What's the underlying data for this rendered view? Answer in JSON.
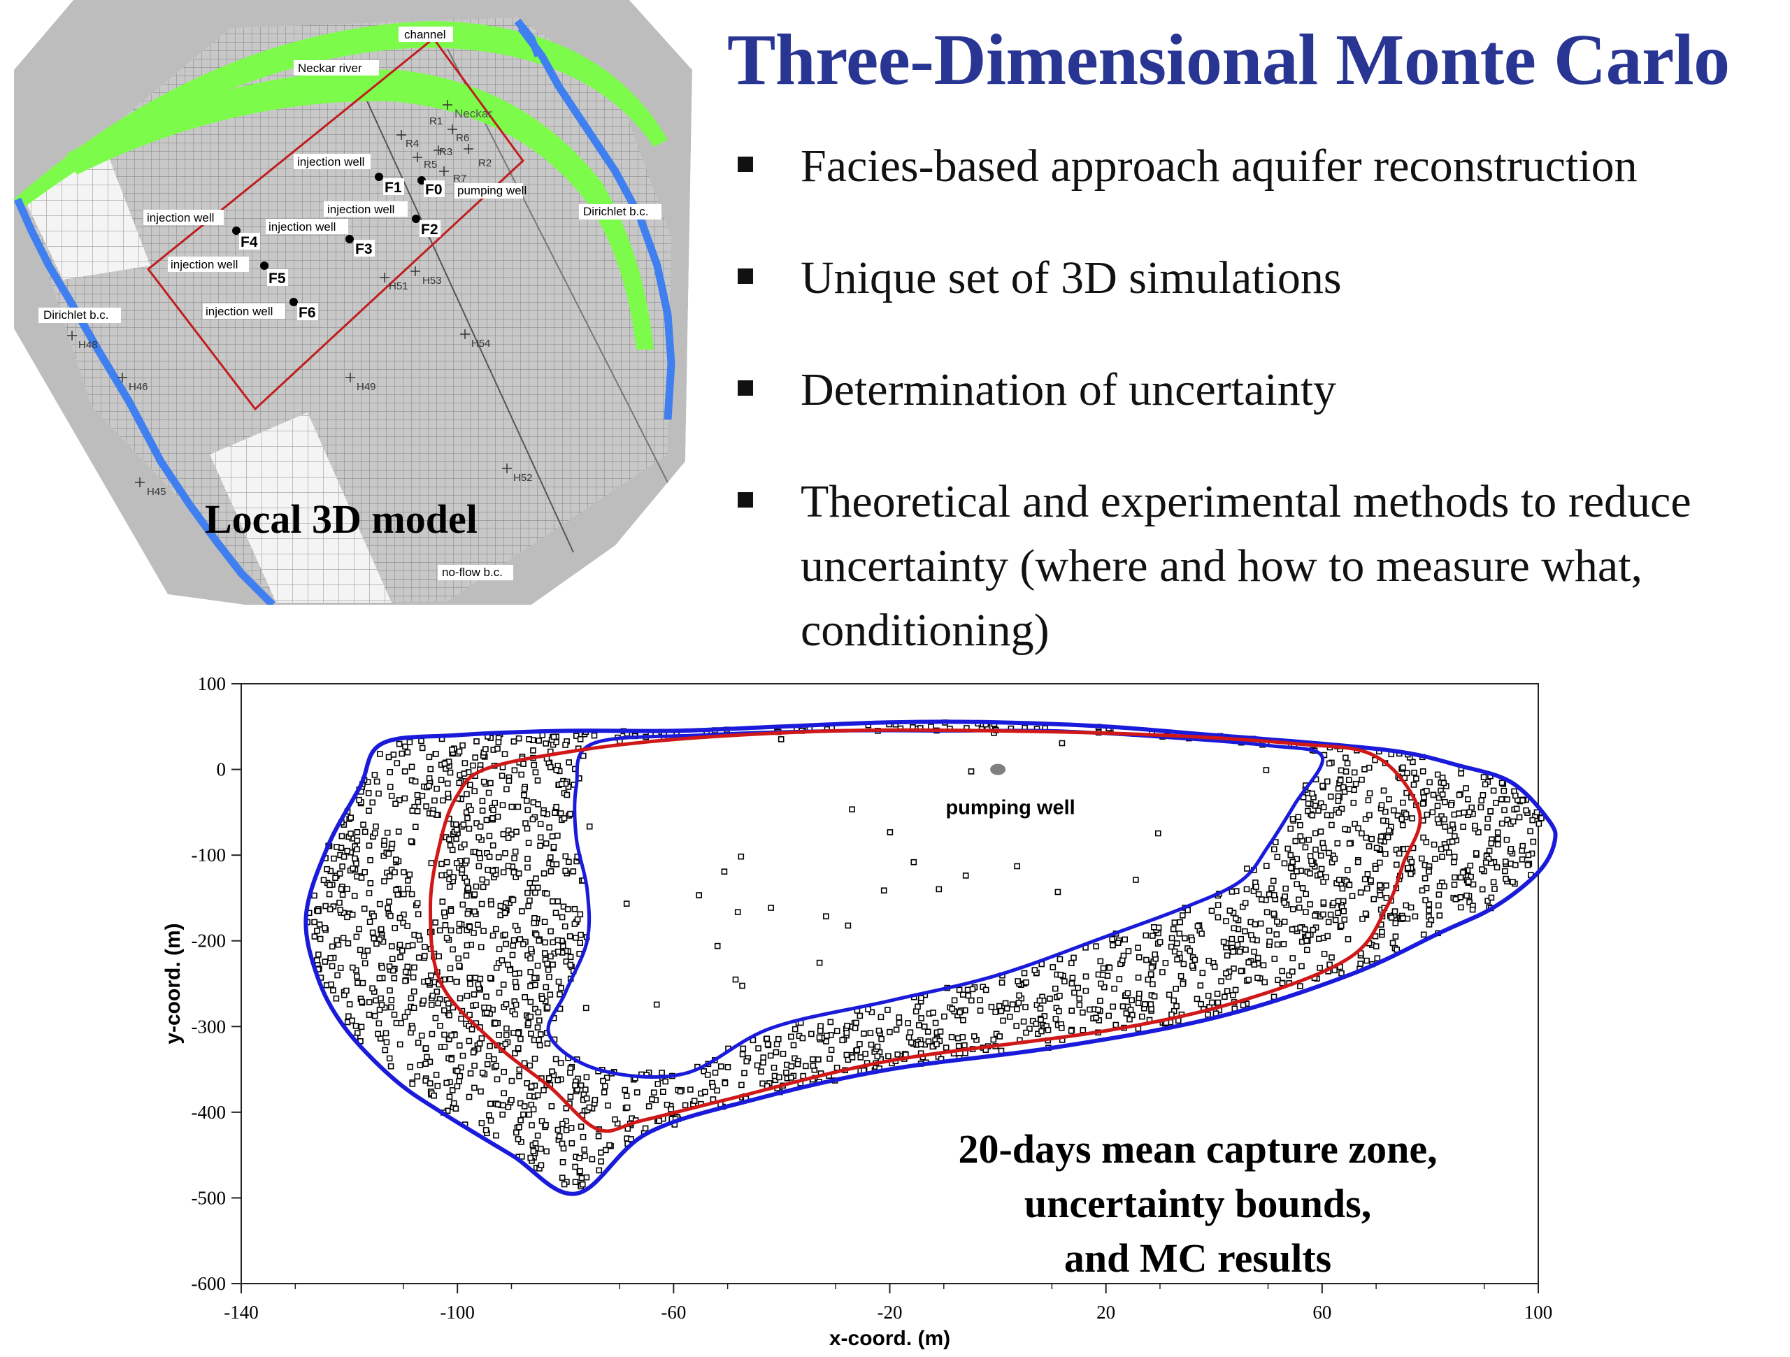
{
  "title": "Three-Dimensional Monte Carlo",
  "bullets": [
    "Facies-based approach aquifer reconstruction",
    "Unique set of 3D simulations",
    "Determination of uncertainty",
    "Theoretical and experimental methods to reduce uncertainty (where and how to measure what, conditioning)"
  ],
  "model": {
    "caption": "Local 3D model",
    "labels": {
      "channel": "channel",
      "river": "Neckar river",
      "neckar": "Neckar",
      "dirichlet": "Dirichlet b.c.",
      "noflow": "no-flow b.c.",
      "injection": "injection well",
      "pumping": "pumping well"
    },
    "wells": [
      "F0",
      "F1",
      "F2",
      "F3",
      "F4",
      "F5",
      "F6"
    ],
    "piezometers": [
      "R1",
      "R2",
      "R3",
      "R4",
      "R5",
      "R6",
      "R7",
      "H45",
      "H46",
      "H48",
      "H49",
      "H51",
      "H52",
      "H53",
      "H54"
    ]
  },
  "chart_data": {
    "type": "scatter",
    "title": "",
    "xlabel": "x-coord. (m)",
    "ylabel": "y-coord. (m)",
    "xlim": [
      -140,
      100
    ],
    "ylim": [
      -600,
      100
    ],
    "xticks": [
      -140,
      -100,
      -60,
      -20,
      20,
      60,
      100
    ],
    "yticks": [
      100,
      0,
      -100,
      -200,
      -300,
      -400,
      -500,
      -600
    ],
    "well_label": "pumping well",
    "pumping_well": [
      0,
      0
    ],
    "annotation": [
      "20-days mean capture zone,",
      "uncertainty bounds,",
      "and MC results"
    ],
    "colors": {
      "bounds": "#1a1adb",
      "mean": "#d01818",
      "points": "#000000",
      "well": "#808080"
    },
    "outer_bound": [
      [
        -114,
        30
      ],
      [
        -100,
        40
      ],
      [
        -80,
        45
      ],
      [
        -60,
        45
      ],
      [
        -40,
        50
      ],
      [
        -20,
        55
      ],
      [
        0,
        55
      ],
      [
        20,
        50
      ],
      [
        40,
        40
      ],
      [
        60,
        30
      ],
      [
        75,
        20
      ],
      [
        85,
        5
      ],
      [
        95,
        -15
      ],
      [
        102,
        -60
      ],
      [
        103,
        -85
      ],
      [
        100,
        -120
      ],
      [
        92,
        -160
      ],
      [
        82,
        -190
      ],
      [
        65,
        -240
      ],
      [
        40,
        -290
      ],
      [
        10,
        -325
      ],
      [
        -20,
        -350
      ],
      [
        -45,
        -385
      ],
      [
        -65,
        -425
      ],
      [
        -78,
        -495
      ],
      [
        -90,
        -450
      ],
      [
        -103,
        -400
      ],
      [
        -112,
        -360
      ],
      [
        -121,
        -300
      ],
      [
        -126,
        -240
      ],
      [
        -128,
        -170
      ],
      [
        -124,
        -90
      ],
      [
        -118,
        -20
      ]
    ],
    "inner_bound": [
      [
        -75,
        30
      ],
      [
        -55,
        40
      ],
      [
        -30,
        45
      ],
      [
        -10,
        45
      ],
      [
        10,
        45
      ],
      [
        30,
        38
      ],
      [
        50,
        28
      ],
      [
        60,
        15
      ],
      [
        55,
        -40
      ],
      [
        50,
        -90
      ],
      [
        45,
        -130
      ],
      [
        35,
        -160
      ],
      [
        20,
        -195
      ],
      [
        0,
        -240
      ],
      [
        -20,
        -270
      ],
      [
        -42,
        -302
      ],
      [
        -58,
        -355
      ],
      [
        -74,
        -350
      ],
      [
        -83,
        -310
      ],
      [
        -80,
        -260
      ],
      [
        -76,
        -200
      ],
      [
        -76,
        -140
      ],
      [
        -78,
        -80
      ],
      [
        -78,
        -20
      ]
    ],
    "mean_zone": [
      [
        -95,
        0
      ],
      [
        -80,
        20
      ],
      [
        -60,
        35
      ],
      [
        -30,
        45
      ],
      [
        0,
        45
      ],
      [
        30,
        40
      ],
      [
        55,
        30
      ],
      [
        70,
        15
      ],
      [
        78,
        -50
      ],
      [
        75,
        -110
      ],
      [
        72,
        -160
      ],
      [
        65,
        -220
      ],
      [
        45,
        -270
      ],
      [
        20,
        -305
      ],
      [
        -20,
        -340
      ],
      [
        -50,
        -385
      ],
      [
        -66,
        -410
      ],
      [
        -74,
        -420
      ],
      [
        -83,
        -370
      ],
      [
        -93,
        -320
      ],
      [
        -103,
        -250
      ],
      [
        -105,
        -160
      ],
      [
        -103,
        -80
      ],
      [
        -100,
        -30
      ]
    ]
  }
}
